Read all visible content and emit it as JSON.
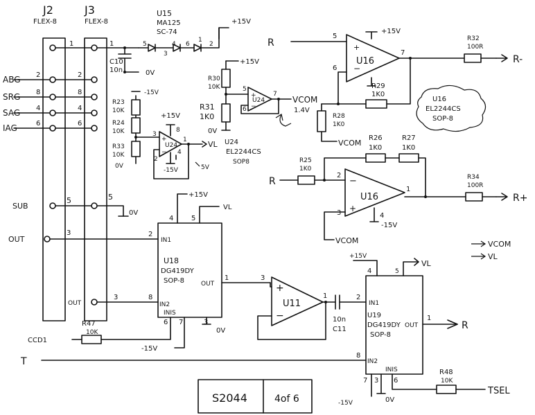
{
  "connectors": {
    "j2": {
      "ref": "J2",
      "type": "FLEX-8"
    },
    "j3": {
      "ref": "J3",
      "type": "FLEX-8"
    }
  },
  "signals": {
    "abg": "ABG",
    "srg": "SRG",
    "sag": "SAG",
    "iag": "IAG",
    "sub": "SUB",
    "out": "OUT",
    "out_j3": "OUT",
    "ccd1": "CCD1",
    "t": "T",
    "tsel": "TSEL",
    "r_top": "R",
    "r_mid": "R",
    "r_out": "R",
    "r_minus": "R-",
    "r_plus": "R+",
    "vcom_u24": "VCOM",
    "vcom_u24_val": "1.4V",
    "vcom_r28": "VCOM",
    "vcom_u16b": "VCOM",
    "legend_vcom": "VCOM",
    "legend_vl": "VL",
    "vl_u24b": "VL",
    "vl_u18": "VL",
    "vl_u19": "VL",
    "5v_note": "5V"
  },
  "pins": {
    "j2_1": "1",
    "j2_2": "2",
    "j2_8": "8",
    "j2_4": "4",
    "j2_6": "6",
    "j2_5": "5",
    "j2_3": "3",
    "j3_1": "1",
    "j3_2": "2",
    "j3_8": "8",
    "j3_4": "4",
    "j3_6": "6",
    "j3_5": "5",
    "u15_5": "5",
    "u15_3": "3",
    "u15_4": "4",
    "u15_6": "6",
    "u15_1": "1",
    "u15_2": "2",
    "u16a_5": "5",
    "u16a_6": "6",
    "u16a_7": "7",
    "u16b_2": "2",
    "u16b_3": "3",
    "u16b_1": "1",
    "u16b_4": "4",
    "u24a_5": "5",
    "u24a_6": "6",
    "u24a_7": "7",
    "u24b_3": "3",
    "u24b_8": "8",
    "u24b_2": "2",
    "u24b_1": "1",
    "u24b_4": "4",
    "u18_4": "4",
    "u18_5": "5",
    "u18_2": "2",
    "u18_8": "8",
    "u18_6": "6",
    "u18_7": "7",
    "u18_3": "3",
    "u18_1": "1",
    "u11_3": "3",
    "u11_1": "1",
    "u19_2": "2",
    "u19_4": "4",
    "u19_5": "5",
    "u19_1": "1",
    "u19_8": "8",
    "u19_7": "7",
    "u19_3": "3",
    "u19_6": "6"
  },
  "components": {
    "u15": {
      "ref": "U15",
      "type": "MA125",
      "pkg": "SC-74"
    },
    "c10": {
      "ref": "C10",
      "value": "10n"
    },
    "u16": {
      "ref": "U16",
      "type": "EL2244CS",
      "pkg": "SOP-8",
      "label_a": "U16",
      "label_b": "U16"
    },
    "r32": {
      "ref": "R32",
      "value": "100R"
    },
    "r29": {
      "ref": "R29",
      "value": "1K0"
    },
    "r28": {
      "ref": "R28",
      "value": "1K0"
    },
    "r30": {
      "ref": "R30",
      "value": "10K"
    },
    "r31": {
      "ref": "R31",
      "value": "1K0"
    },
    "u24": {
      "ref": "U24",
      "type": "EL2244CS",
      "pkg": "SOP8",
      "label_a": "U24",
      "label_b": "U24"
    },
    "r23": {
      "ref": "R23",
      "value": "10K"
    },
    "r24": {
      "ref": "R24",
      "value": "10K"
    },
    "r33": {
      "ref": "R33",
      "value": "10K"
    },
    "r25": {
      "ref": "R25",
      "value": "1K0"
    },
    "r26": {
      "ref": "R26",
      "value": "1K0"
    },
    "r27": {
      "ref": "R27",
      "value": "1K0"
    },
    "r34": {
      "ref": "R34",
      "value": "100R"
    },
    "u18": {
      "ref": "U18",
      "type": "DG419DY",
      "pkg": "SOP-8",
      "in1": "IN1",
      "in2": "IN2",
      "out": "OUT",
      "inis": "INIS"
    },
    "u11": {
      "ref": "U11"
    },
    "c11": {
      "ref": "C11",
      "value": "10n"
    },
    "u19": {
      "ref": "U19",
      "type": "DG419DY",
      "pkg": "SOP-8",
      "in1": "IN1",
      "in2": "IN2",
      "out": "OUT",
      "inis": "INIS"
    },
    "r47": {
      "ref": "R47",
      "value": "10K"
    },
    "r48": {
      "ref": "R48",
      "value": "10K"
    }
  },
  "rails": {
    "p15": "+15V",
    "m15": "-15V",
    "zero": "0V"
  },
  "title_block": {
    "sheet_id": "S2044",
    "page": "4of 6"
  }
}
